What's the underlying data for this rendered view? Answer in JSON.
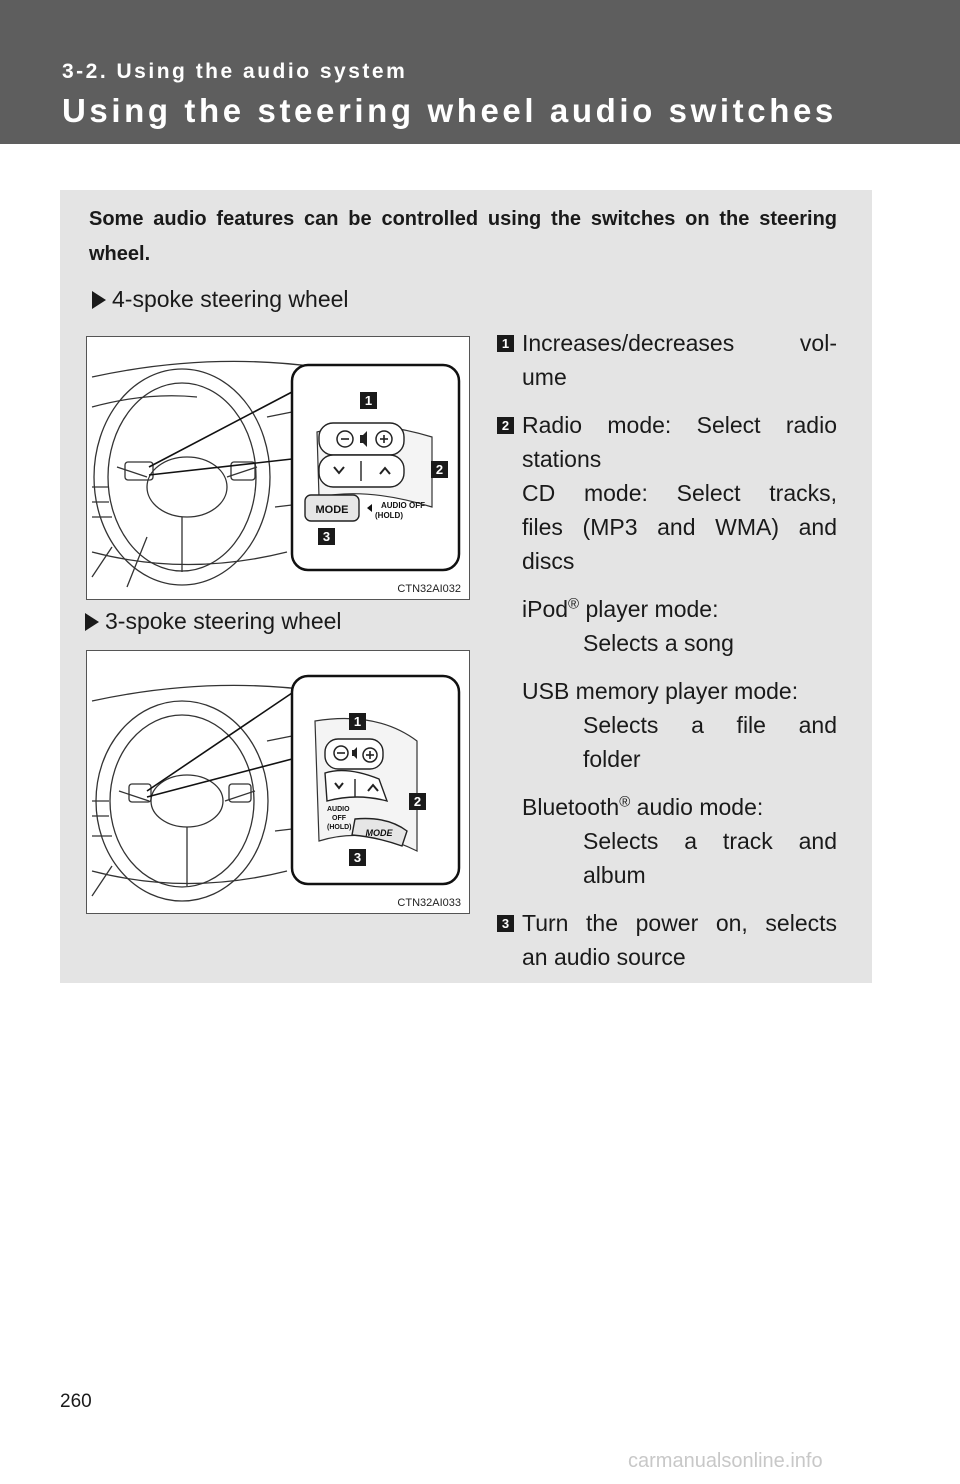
{
  "header": {
    "section": "3-2. Using the audio system",
    "title": "Using the steering wheel audio switches"
  },
  "intro": "Some audio features can be controlled using the switches on the steering wheel.",
  "figures": [
    {
      "heading": "4-spoke steering wheel",
      "code": "CTN32AI032",
      "callouts": [
        "1",
        "2",
        "3"
      ],
      "mode_label": "MODE",
      "hold_label_1": "AUDIO OFF",
      "hold_label_2": "(HOLD)"
    },
    {
      "heading": "3-spoke steering wheel",
      "code": "CTN32AI033",
      "callouts": [
        "1",
        "2",
        "3"
      ],
      "mode_label": "MODE",
      "hold_label_1": "AUDIO",
      "hold_label_2": "OFF",
      "hold_label_3": "(HOLD)"
    }
  ],
  "items": [
    {
      "number": "1",
      "text_l1": "Increases/decreases vol-",
      "text_l2": "ume"
    },
    {
      "number": "2",
      "radio_l1": "Radio mode: Select radio",
      "radio_l2": "stations",
      "cd_l1": "CD mode: Select tracks,",
      "cd_l2": "files (MP3 and WMA) and",
      "cd_l3": "discs",
      "ipod_label": "iPod",
      "ipod_reg": "®",
      "ipod_tail": " player mode:",
      "ipod_desc": "Selects a song",
      "usb_label": "USB memory player mode:",
      "usb_desc_l1": "Selects a file and",
      "usb_desc_l2": "folder",
      "bt_label": "Bluetooth",
      "bt_reg": "®",
      "bt_tail": " audio mode:",
      "bt_desc_l1": "Selects a track and",
      "bt_desc_l2": "album"
    },
    {
      "number": "3",
      "text_l1": "Turn the power on, selects",
      "text_l2": "an audio source"
    }
  ],
  "page_number": "260",
  "watermark": "carmanualsonline.info"
}
